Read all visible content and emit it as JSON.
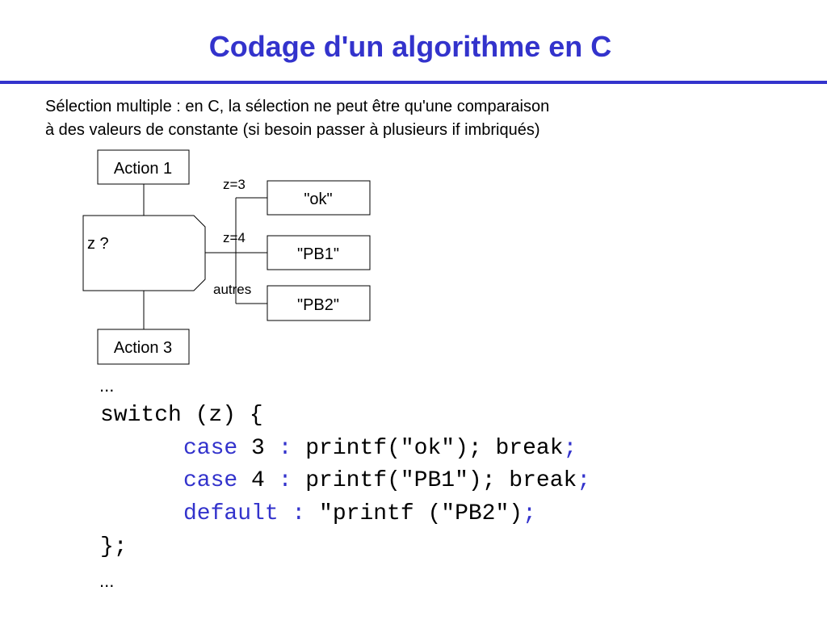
{
  "slide": {
    "title": "Codage d'un algorithme en C",
    "intro_lines": [
      "Sélection multiple : en C, la sélection ne peut être qu'une comparaison",
      "à des valeurs de constante (si besoin passer à plusieurs if imbriqués)"
    ]
  },
  "diagram": {
    "action_top": "Action 1",
    "action_bottom": "Action 3",
    "selector": "z ?",
    "branches": [
      {
        "condition": "z=3",
        "result": "\"ok\""
      },
      {
        "condition": "z=4",
        "result": "\"PB1\""
      },
      {
        "condition": "autres",
        "result": "\"PB2\""
      }
    ]
  },
  "code": {
    "ellipsis_top": "...",
    "ellipsis_bottom": "...",
    "switch_line": "switch (z) {",
    "case3": {
      "kw": "case",
      "value": " 3 ",
      "colon": ":",
      "body": " printf(\"ok\"); break",
      "semi": ";"
    },
    "case4": {
      "kw": "case",
      "value": " 4 ",
      "colon": ":",
      "body": " printf(\"PB1\"); break",
      "semi": ";"
    },
    "default": {
      "kw": "default :",
      "body": " \"printf (\"PB2\")",
      "semi": ";"
    },
    "close": "};"
  },
  "colors": {
    "accent": "#3333cc",
    "text": "#000000"
  }
}
